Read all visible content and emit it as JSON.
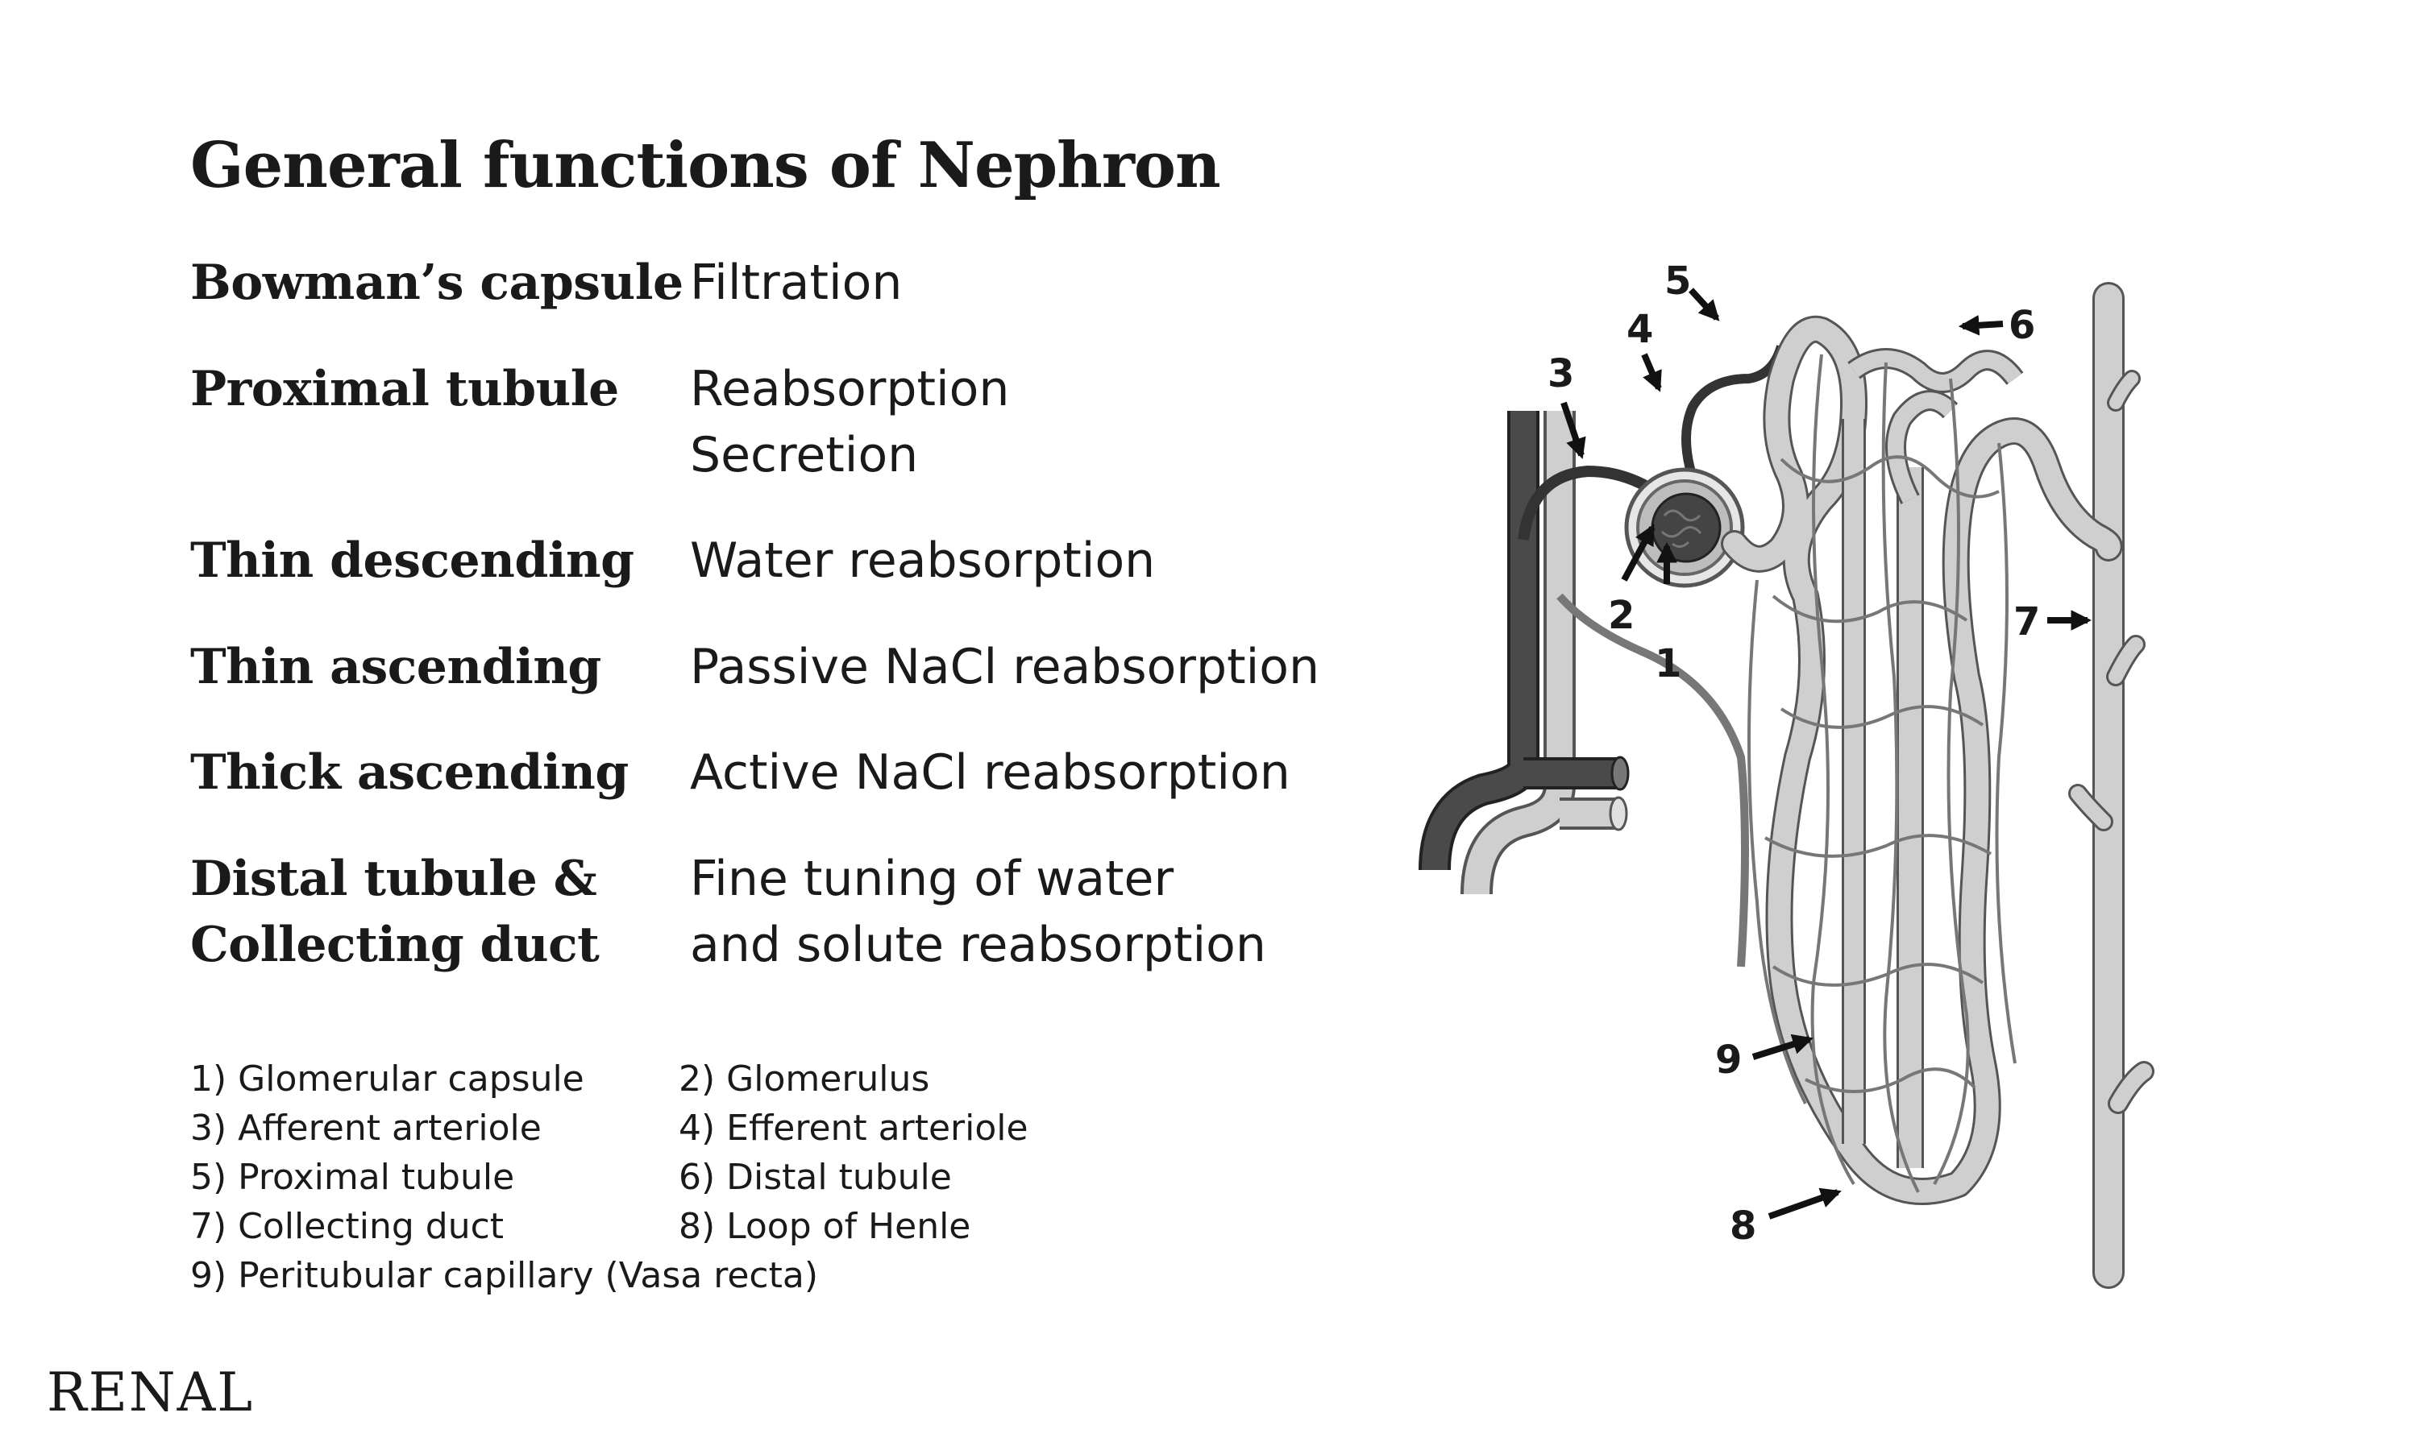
{
  "title": "General functions of Nephron",
  "functions": [
    {
      "segment": [
        "Bowman’s capsule"
      ],
      "function": [
        "Filtration"
      ]
    },
    {
      "segment": [
        "Proximal tubule"
      ],
      "function": [
        "Reabsorption",
        "Secretion"
      ]
    },
    {
      "segment": [
        "Thin descending"
      ],
      "function": [
        "Water reabsorption"
      ]
    },
    {
      "segment": [
        "Thin ascending"
      ],
      "function": [
        "Passive NaCl reabsorption"
      ]
    },
    {
      "segment": [
        "Thick ascending"
      ],
      "function": [
        "Active NaCl reabsorption"
      ]
    },
    {
      "segment": [
        "Distal tubule &",
        "Collecting duct"
      ],
      "function": [
        "Fine tuning of water",
        "and solute reabsorption"
      ]
    }
  ],
  "legend": [
    "1) Glomerular capsule",
    "2) Glomerulus",
    "3) Afferent arteriole",
    "4) Efferent arteriole",
    "5) Proximal tubule",
    "6) Distal tubule",
    "7) Collecting duct",
    "8) Loop of Henle",
    "9) Peritubular capillary (Vasa recta)"
  ],
  "diagram_labels": [
    "1",
    "2",
    "3",
    "4",
    "5",
    "6",
    "7",
    "8",
    "9"
  ],
  "footer": "RENAL"
}
